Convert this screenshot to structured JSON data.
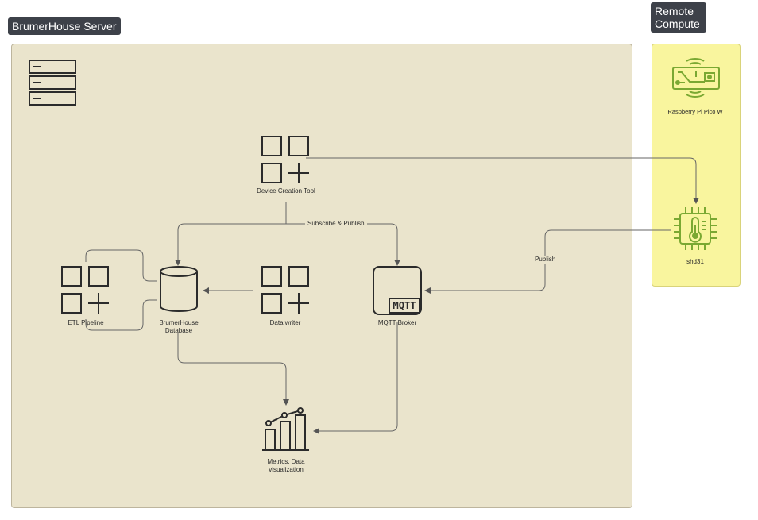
{
  "groups": {
    "server": "BrumerHouse Server",
    "remote_line1": "Remote",
    "remote_line2": "Compute"
  },
  "nodes": {
    "device_creation_tool": "Device Creation Tool",
    "etl_pipeline": "ETL Pipeline",
    "database_line1": "BrumerHouse",
    "database_line2": "Database",
    "data_writer": "Data writer",
    "mqtt_broker": "MQTT Broker",
    "mqtt_badge": "MQTT",
    "metrics_line1": "Metrics, Data",
    "metrics_line2": "visualization",
    "raspberry_pi": "Raspberry Pi Pico W",
    "shd31": "shd31"
  },
  "edges": {
    "subscribe_publish": "Subscribe & Publish",
    "publish": "Publish"
  },
  "colors": {
    "server_bg": "#eae4cc",
    "remote_bg": "#f9f59e",
    "device_green": "#7aa832",
    "wire": "#555555",
    "tag_bg": "#3d4149"
  },
  "icons": [
    "server-rack-icon",
    "app-grid-plus-icon",
    "database-cylinder-icon",
    "mqtt-box-icon",
    "bar-chart-trend-icon",
    "circuit-board-icon",
    "thermometer-chip-icon"
  ]
}
